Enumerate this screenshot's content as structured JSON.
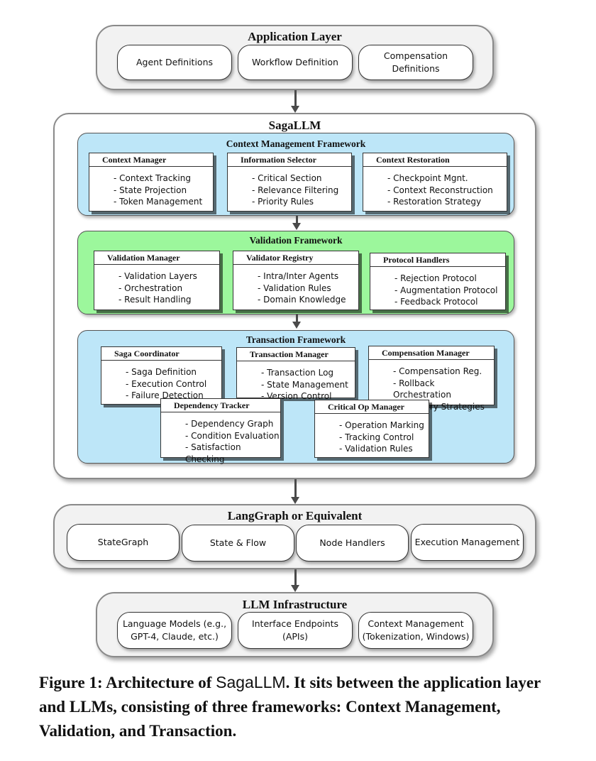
{
  "application_layer": {
    "title": "Application Layer",
    "items": [
      "Agent Definitions",
      "Workflow Definition",
      "Compensation Definitions"
    ]
  },
  "sagallm": {
    "title": "SagaLLM",
    "context_framework": {
      "title": "Context Management Framework",
      "components": [
        {
          "title": "Context Manager",
          "items": [
            "Context Tracking",
            "State Projection",
            "Token Management"
          ]
        },
        {
          "title": "Information Selector",
          "items": [
            "Critical Section",
            "Relevance Filtering",
            "Priority Rules"
          ]
        },
        {
          "title": "Context Restoration",
          "items": [
            "Checkpoint Mgnt.",
            "Context Reconstruction",
            "Restoration Strategy"
          ]
        }
      ]
    },
    "validation_framework": {
      "title": "Validation Framework",
      "components": [
        {
          "title": "Validation Manager",
          "items": [
            "Validation Layers",
            "Orchestration",
            "Result Handling"
          ]
        },
        {
          "title": "Validator Registry",
          "items": [
            "Intra/Inter Agents",
            "Validation Rules",
            "Domain Knowledge"
          ]
        },
        {
          "title": "Protocol Handlers",
          "items": [
            "Rejection Protocol",
            "Augmentation Protocol",
            "Feedback Protocol"
          ]
        }
      ]
    },
    "transaction_framework": {
      "title": "Transaction Framework",
      "components": [
        {
          "title": "Saga Coordinator",
          "items": [
            "Saga Definition",
            "Execution Control",
            "Failure Detection"
          ]
        },
        {
          "title": "Transaction Manager",
          "items": [
            "Transaction Log",
            "State Management",
            "Version Control"
          ]
        },
        {
          "title": "Compensation Manager",
          "items": [
            "Compensation Reg.",
            "Rollback Orchestration",
            "Recovery Strategies"
          ]
        },
        {
          "title": "Dependency Tracker",
          "items": [
            "Dependency Graph",
            "Condition Evaluation",
            "Satisfaction Checking"
          ]
        },
        {
          "title": "Critical Op Manager",
          "items": [
            "Operation Marking",
            "Tracking Control",
            "Validation Rules"
          ]
        }
      ]
    }
  },
  "langgraph_layer": {
    "title": "LangGraph or Equivalent",
    "items": [
      "StateGraph",
      "State & Flow",
      "Node Handlers",
      "Execution Management"
    ]
  },
  "llm_layer": {
    "title": "LLM Infrastructure",
    "items": [
      {
        "line1": "Language Models (e.g.,",
        "line2": "GPT-4, Claude, etc.)"
      },
      {
        "line1": "Interface Endpoints (APIs)",
        "line2": ""
      },
      {
        "line1": "Context Management",
        "line2": "(Tokenization, Windows)"
      }
    ]
  },
  "caption": {
    "prefix": "Figure 1: Architecture of ",
    "name": "SagaLLM",
    "rest": ". It sits between the application layer and LLMs, consisting of three frameworks: Context Management, Validation, and Transaction."
  }
}
